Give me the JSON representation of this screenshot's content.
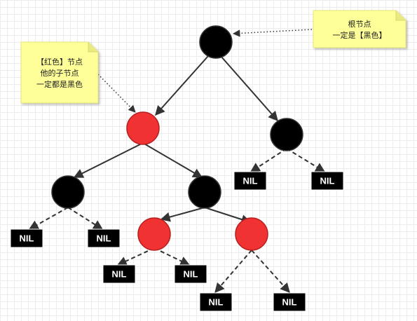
{
  "colors": {
    "black_node": "#000000",
    "red_node": "#f03232",
    "red_stroke": "#b82020",
    "node_stroke": "#333333",
    "edge": "#333333",
    "note_bg": "#ffff99",
    "nil_bg": "#000000",
    "nil_text": "#ffffff"
  },
  "notes": {
    "root_note": {
      "lines": [
        "根节点",
        "一定是【黑色】"
      ]
    },
    "red_note": {
      "lines": [
        "【红色】节点",
        "他的子节点",
        "一定都是黑色"
      ]
    }
  },
  "nil_label": "NIL",
  "tree": {
    "root": {
      "color": "black"
    },
    "root_left": {
      "color": "red"
    },
    "root_right": {
      "color": "black"
    },
    "left_left": {
      "color": "black"
    },
    "left_right": {
      "color": "black"
    },
    "lr_left": {
      "color": "red"
    },
    "lr_right": {
      "color": "red"
    }
  }
}
